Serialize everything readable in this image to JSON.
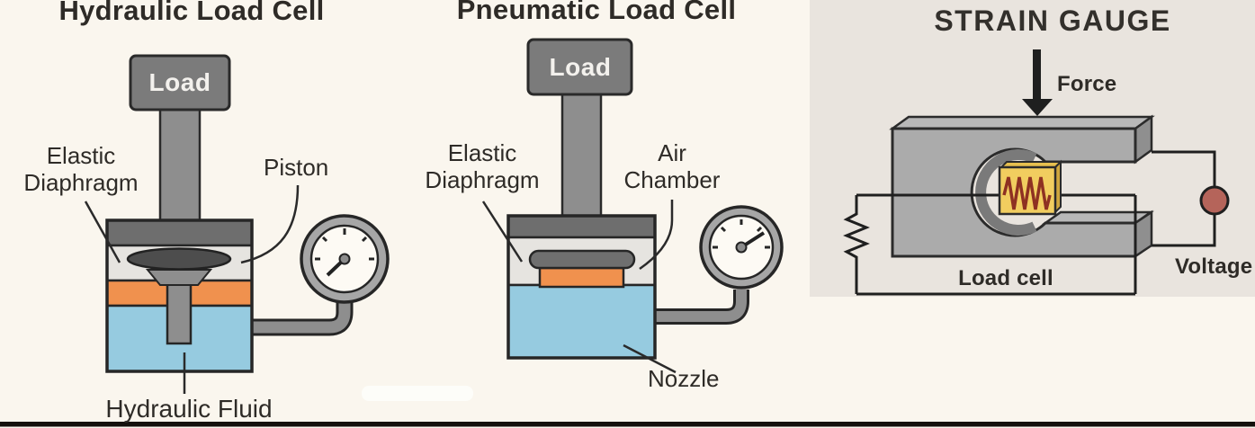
{
  "colors": {
    "background": "#faf6ee",
    "panel_background": "#e9e4de",
    "orange_fluid": "#f0914e",
    "blue_fluid": "#96cbe0",
    "gauge_element_yellow": "#f1cd5f",
    "zigzag_red": "#8e3122",
    "voltage_dot_red": "#b5645a",
    "metal_gray": "#7b7b7b",
    "text": "#2e2b27"
  },
  "hydraulic": {
    "title": "Hydraulic Load Cell",
    "load_label": "Load",
    "labels": {
      "elastic_line1": "Elastic",
      "elastic_line2": "Diaphragm",
      "piston": "Piston",
      "fluid": "Hydraulic Fluid"
    }
  },
  "pneumatic": {
    "title": "Pneumatic Load Cell",
    "load_label": "Load",
    "labels": {
      "elastic_line1": "Elastic",
      "elastic_line2": "Diaphragm",
      "air_line1": "Air",
      "air_line2": "Chamber",
      "nozzle": "Nozzle"
    }
  },
  "strain": {
    "title": "STRAIN GAUGE",
    "labels": {
      "force": "Force",
      "load_cell": "Load cell",
      "voltage": "Voltage"
    }
  }
}
